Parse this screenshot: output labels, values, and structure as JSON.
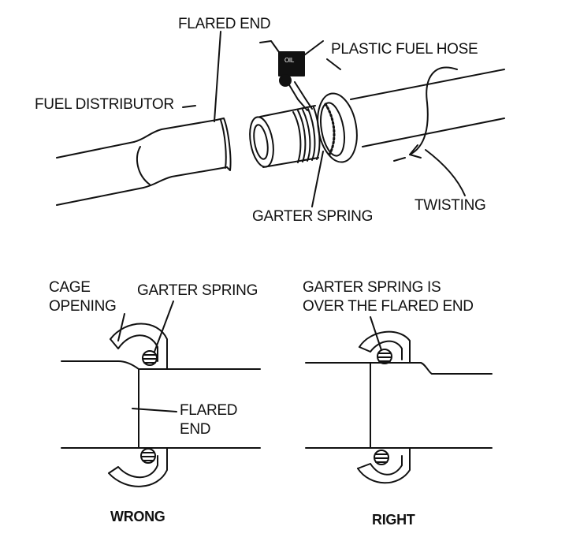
{
  "labels": {
    "flared_end_top": "FLARED END",
    "plastic_fuel_hose": "PLASTIC FUEL HOSE",
    "fuel_distributor": "FUEL DISTRIBUTOR",
    "twisting": "TWISTING",
    "garter_spring_top": "GARTER SPRING",
    "oil_can": "OIL",
    "cage_opening_1": "CAGE",
    "cage_opening_2": "OPENING",
    "garter_spring_wrong": "GARTER SPRING",
    "flared_end_wrong_1": "FLARED",
    "flared_end_wrong_2": "END",
    "garter_over_1": "GARTER SPRING IS",
    "garter_over_2": "OVER THE FLARED END",
    "wrong": "WRONG",
    "right": "RIGHT"
  },
  "colors": {
    "line": "#111111",
    "background": "#ffffff"
  }
}
